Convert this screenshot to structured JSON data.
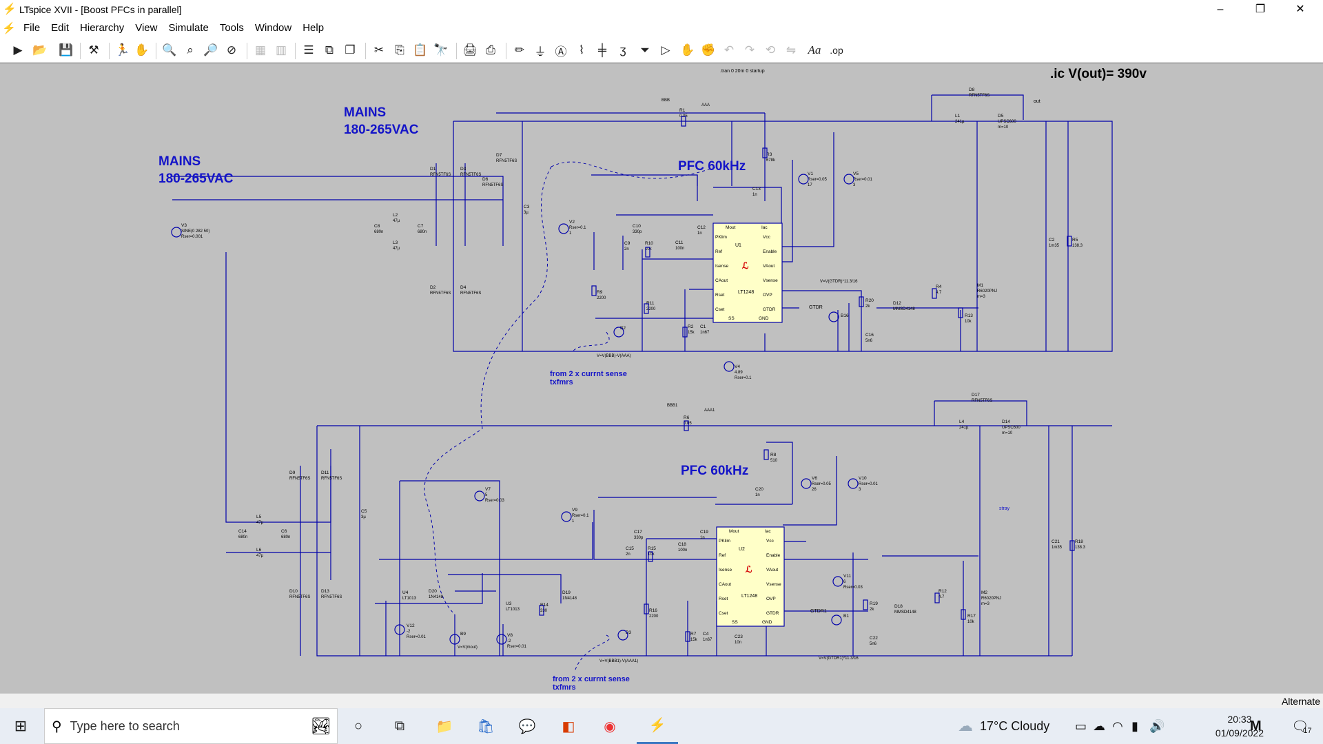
{
  "window": {
    "title": "LTspice XVII - [Boost PFCs in parallel]",
    "minimize_glyph": "–",
    "restore_glyph": "❐",
    "close_glyph": "✕"
  },
  "menu": {
    "items": [
      "File",
      "Edit",
      "Hierarchy",
      "View",
      "Simulate",
      "Tools",
      "Window",
      "Help"
    ]
  },
  "toolbar": {
    "icons": [
      "run-icon",
      "open-icon",
      "save-icon",
      "control-panel-icon",
      "run-sim-icon",
      "pan-icon",
      "zoom-in-icon",
      "zoom-area-icon",
      "zoom-out-icon",
      "zoom-fit-icon",
      "tile-horizontal-icon",
      "tile-vertical-icon",
      "cascade-icon",
      "window-arrange-icon",
      "window-stack-icon",
      "cut-icon",
      "copy-icon",
      "paste-icon",
      "find-icon",
      "print-icon",
      "print-setup-icon",
      "draw-wire-icon",
      "ground-icon",
      "label-net-icon",
      "resistor-icon",
      "capacitor-icon",
      "inductor-icon",
      "diode-icon",
      "component-icon",
      "move-icon",
      "drag-icon",
      "undo-icon",
      "redo-icon",
      "rotate-icon",
      "mirror-icon",
      "text-icon",
      "spice-directive-icon"
    ]
  },
  "schematic": {
    "directive_tran": ".tran 0 20m 0 startup",
    "directive_ic": ".ic V(out)= 390v",
    "labels": {
      "mains1_line1": "MAINS",
      "mains1_line2": "180-265VAC",
      "mains2_line1": "MAINS",
      "mains2_line2": "180-265VAC",
      "pfc1": "PFC 60kHz",
      "pfc2": "PFC 60kHz",
      "sense1_line1": "from 2 x currnt sense",
      "sense1_line2": "txfmrs",
      "sense2_line1": "from 2 x currnt sense",
      "sense2_line2": "txfmrs",
      "out": "out",
      "gtdr": "GTDR",
      "gtdr1": "GTDR1",
      "stray": "stray",
      "b2_expr": "V=V(BBB)-V(AAA)",
      "b3_expr": "V=V(BBB1)-V(AAA1)",
      "b16_expr": "V=V(GTDR)*11.3/16",
      "b1_expr": "V=V(GTDR1)*11.3/16",
      "b9_expr": "V=V(mout)"
    },
    "ic1": {
      "name": "U1",
      "part": "LT1248",
      "pins_left": [
        "PKlim",
        "Ref",
        "Isense",
        "CAout",
        "Rset",
        "Cset"
      ],
      "pins_right": [
        "Vcc",
        "Enable",
        "VAout",
        "Vsense",
        "OVP",
        "GTDR"
      ],
      "pins_top": [
        "Mout",
        "Iac"
      ],
      "pins_bottom": [
        "SS",
        "GND"
      ]
    },
    "ic2": {
      "name": "U2",
      "part": "LT1248",
      "pins_left": [
        "PKlim",
        "Ref",
        "Isense",
        "CAout",
        "Rset",
        "Cset"
      ],
      "pins_right": [
        "Vcc",
        "Enable",
        "VAout",
        "Vsense",
        "OVP",
        "GTDR"
      ],
      "pins_top": [
        "Mout",
        "Iac"
      ],
      "pins_bottom": [
        "SS",
        "GND"
      ]
    },
    "components_top": [
      {
        "ref": "V3",
        "val": "SINE(0 282 50)",
        "val2": "Rser=0.001"
      },
      {
        "ref": "C8",
        "val": "680n"
      },
      {
        "ref": "L2",
        "val": "47µ"
      },
      {
        "ref": "L3",
        "val": "47µ"
      },
      {
        "ref": "C7",
        "val": "680n"
      },
      {
        "ref": "D1",
        "val": "RFN5TF6S"
      },
      {
        "ref": "D3",
        "val": "RFN5TF6S"
      },
      {
        "ref": "D2",
        "val": "RFN5TF6S"
      },
      {
        "ref": "D4",
        "val": "RFN5TF6S"
      },
      {
        "ref": "D7",
        "val": "RFN5TF6S"
      },
      {
        "ref": "D6",
        "val": "RFN5TF6S"
      },
      {
        "ref": "C3",
        "val": "3µ"
      },
      {
        "ref": "R1",
        "val": "0.05"
      },
      {
        "ref": "R3",
        "val": "678k"
      },
      {
        "ref": "C13",
        "val": "1n"
      },
      {
        "ref": "V2",
        "val": "Rser=0.1",
        "val2": "1"
      },
      {
        "ref": "C10",
        "val": "330p"
      },
      {
        "ref": "C9",
        "val": "2n"
      },
      {
        "ref": "R10",
        "val": "10k"
      },
      {
        "ref": "C11",
        "val": "100n"
      },
      {
        "ref": "C12",
        "val": "1n"
      },
      {
        "ref": "R9",
        "val": "2200"
      },
      {
        "ref": "R11",
        "val": "2200"
      },
      {
        "ref": "R2",
        "val": "15k"
      },
      {
        "ref": "C1",
        "val": "1n67"
      },
      {
        "ref": "B2",
        "val": ""
      },
      {
        "ref": "V4",
        "val": "4.89",
        "val2": "Rser=0.1"
      },
      {
        "ref": "V1",
        "val": "Rser=0.05",
        "val2": "17"
      },
      {
        "ref": "V5",
        "val": "Rser=0.01",
        "val2": "3"
      },
      {
        "ref": "D8",
        "val": "RFN5TF6S"
      },
      {
        "ref": "L1",
        "val": "241µ"
      },
      {
        "ref": "D5",
        "val": "UPSC600",
        "val2": "m=10"
      },
      {
        "ref": "C2",
        "val": "1m35"
      },
      {
        "ref": "R5",
        "val": "138.3"
      },
      {
        "ref": "M1",
        "val": "R6020PNJ",
        "val2": "m=3"
      },
      {
        "ref": "R4",
        "val": "4.7"
      },
      {
        "ref": "R13",
        "val": "10k"
      },
      {
        "ref": "D12",
        "val": "MMSD4148"
      },
      {
        "ref": "R20",
        "val": "2k"
      },
      {
        "ref": "C16",
        "val": "5n6"
      },
      {
        "ref": "B16",
        "val": ""
      }
    ],
    "components_bottom": [
      {
        "ref": "C14",
        "val": "680n"
      },
      {
        "ref": "L5",
        "val": "47µ"
      },
      {
        "ref": "L6",
        "val": "47µ"
      },
      {
        "ref": "C6",
        "val": "680n"
      },
      {
        "ref": "D9",
        "val": "RFN5TF6S"
      },
      {
        "ref": "D11",
        "val": "RFN5TF6S"
      },
      {
        "ref": "D10",
        "val": "RFN5TF6S"
      },
      {
        "ref": "D13",
        "val": "RFN5TF6S"
      },
      {
        "ref": "C5",
        "val": "3µ"
      },
      {
        "ref": "R6",
        "val": "0.05"
      },
      {
        "ref": "R8",
        "val": "510"
      },
      {
        "ref": "C20",
        "val": "1n"
      },
      {
        "ref": "V9",
        "val": "Rser=0.1",
        "val2": "1"
      },
      {
        "ref": "C17",
        "val": "330p"
      },
      {
        "ref": "C15",
        "val": "2n"
      },
      {
        "ref": "R15",
        "val": "10k"
      },
      {
        "ref": "C18",
        "val": "100n"
      },
      {
        "ref": "C19",
        "val": "1n"
      },
      {
        "ref": "R16",
        "val": "2200"
      },
      {
        "ref": "R7",
        "val": "15k"
      },
      {
        "ref": "C4",
        "val": "1n67"
      },
      {
        "ref": "C23",
        "val": "10n"
      },
      {
        "ref": "B3",
        "val": ""
      },
      {
        "ref": "V6",
        "val": "Rser=0.05",
        "val2": "26"
      },
      {
        "ref": "V10",
        "val": "Rser=0.01",
        "val2": "3"
      },
      {
        "ref": "V11",
        "val": "6",
        "val2": "Rser=0.03"
      },
      {
        "ref": "D17",
        "val": "RFN5TF6S"
      },
      {
        "ref": "L4",
        "val": "241µ"
      },
      {
        "ref": "D14",
        "val": "UPSC600",
        "val2": "m=10"
      },
      {
        "ref": "C21",
        "val": "1m35"
      },
      {
        "ref": "R18",
        "val": "138.3"
      },
      {
        "ref": "M2",
        "val": "R6020PNJ",
        "val2": "m=3"
      },
      {
        "ref": "R12",
        "val": "4.7"
      },
      {
        "ref": "R17",
        "val": "10k"
      },
      {
        "ref": "D18",
        "val": "MMSD4148"
      },
      {
        "ref": "R19",
        "val": "2k"
      },
      {
        "ref": "C22",
        "val": "5n6"
      },
      {
        "ref": "B1",
        "val": ""
      },
      {
        "ref": "V7",
        "val": "5",
        "val2": "Rser=0.03"
      },
      {
        "ref": "U4",
        "val": "LT1013"
      },
      {
        "ref": "U3",
        "val": "LT1013"
      },
      {
        "ref": "D20",
        "val": "1N4148"
      },
      {
        "ref": "D19",
        "val": "1N4148"
      },
      {
        "ref": "R14",
        "val": "330"
      },
      {
        "ref": "V12",
        "val": "-2",
        "val2": "Rser=0.01"
      },
      {
        "ref": "B9",
        "val": ""
      },
      {
        "ref": "V8",
        "val": "-2",
        "val2": "Rser=0.01"
      }
    ],
    "net_labels": [
      "BBB",
      "AAA",
      "BBB1",
      "AAA1"
    ]
  },
  "statusbar": {
    "mode": "Alternate"
  },
  "taskbar": {
    "search_placeholder": "Type here to search",
    "weather": "17°C  Cloudy",
    "time": "20:33",
    "date": "01/09/2022",
    "notification_count": "17"
  },
  "colors": {
    "canvas_bg": "#c0c0c0",
    "wire": "#0000aa",
    "text_blue": "#1414c8",
    "ic_fill": "#ffffc8",
    "taskbar_bg": "#e8edf4"
  }
}
